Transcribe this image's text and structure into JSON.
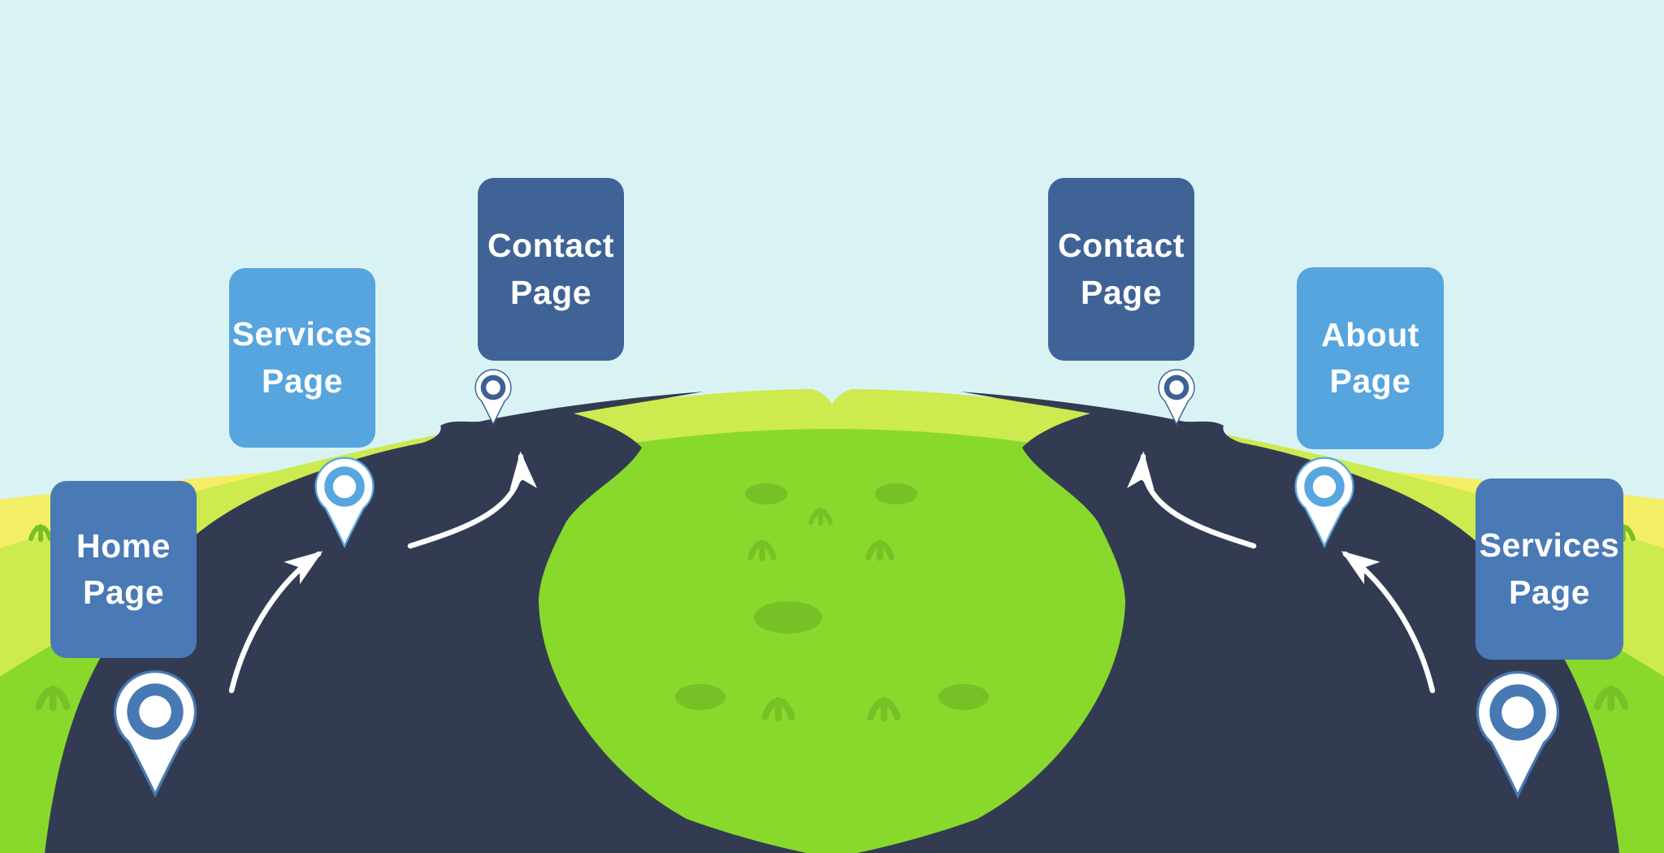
{
  "title": "Website pages road map illustration",
  "description": "Flat illustration of two winding roads over a green hill; map pins mark website pages along each road.",
  "cards": {
    "home": {
      "line1": "Home",
      "line2": "Page",
      "color": "#4a7ab6"
    },
    "services_left": {
      "line1": "Services",
      "line2": "Page",
      "color": "#57a5de"
    },
    "contact_left": {
      "line1": "Contact",
      "line2": "Page",
      "color": "#3f6396"
    },
    "contact_right": {
      "line1": "Contact",
      "line2": "Page",
      "color": "#3f6396"
    },
    "about": {
      "line1": "About",
      "line2": "Page",
      "color": "#57a5de"
    },
    "services_right": {
      "line1": "Services",
      "line2": "Page",
      "color": "#4a7ab6"
    }
  },
  "pins": [
    {
      "name": "map-pin-home-icon",
      "size": "large",
      "ring_color": "#4779b4"
    },
    {
      "name": "map-pin-services-left-icon",
      "size": "medium",
      "ring_color": "#57a6df"
    },
    {
      "name": "map-pin-contact-left-icon",
      "size": "small",
      "ring_color": "#3d6194"
    },
    {
      "name": "map-pin-contact-right-icon",
      "size": "small",
      "ring_color": "#3d6194"
    },
    {
      "name": "map-pin-about-icon",
      "size": "medium",
      "ring_color": "#57a6df"
    },
    {
      "name": "map-pin-services-right-icon",
      "size": "large",
      "ring_color": "#4779b4"
    }
  ],
  "colors": {
    "scene": {
      "sky": "#d9f3f5",
      "band-yellow": "#f5ee67",
      "band-yellowgreen": "#cdea4e",
      "grass": "#88d92b",
      "grass-detail": "#77c026",
      "road": "#333b53",
      "arrow": "#ffffff",
      "card-text": "#ffffff",
      "pin-body": "#ffffff"
    }
  }
}
